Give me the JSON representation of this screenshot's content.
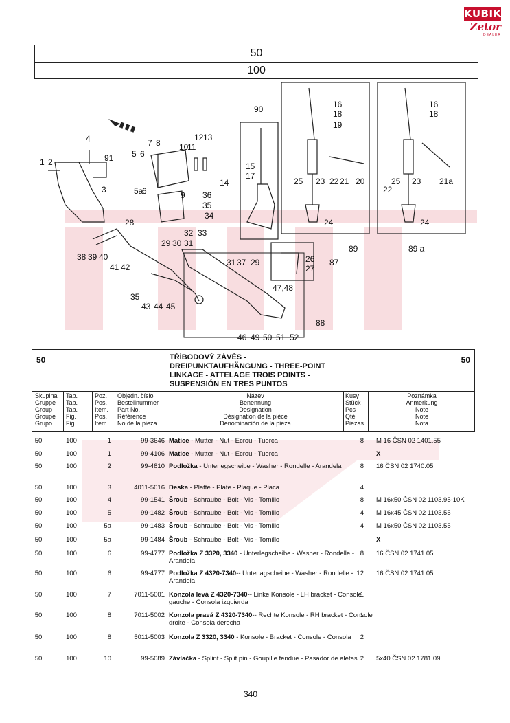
{
  "logo": {
    "top": "KUBIK",
    "mid": "Zetor",
    "bot": "DEALER"
  },
  "header": {
    "group": "50",
    "table": "100"
  },
  "diagram": {
    "labels": [
      "1",
      "2",
      "4",
      "91",
      "3",
      "5",
      "6",
      "7",
      "8",
      "10",
      "11",
      "12",
      "13",
      "9",
      "5a",
      "6",
      "36",
      "35",
      "34",
      "14",
      "28",
      "32",
      "33",
      "29",
      "30",
      "31",
      "38",
      "39",
      "40",
      "41",
      "42",
      "35",
      "43",
      "44",
      "45",
      "90",
      "15",
      "17",
      "31",
      "37",
      "29",
      "47,48",
      "26",
      "27",
      "87",
      "46",
      "49",
      "50",
      "51",
      "52",
      "88",
      "16",
      "18",
      "19",
      "25",
      "23",
      "22",
      "21",
      "20",
      "24",
      "89",
      "16",
      "18",
      "22",
      "25",
      "23",
      "21a",
      "24",
      "89 a"
    ]
  },
  "title": {
    "group_left": "50",
    "group_right": "50",
    "lines": [
      "TŘÍBODOVÝ ZÁVĚS -",
      "DREIPUNKTAUFHÄNGUNG - THREE-POINT",
      "LINKAGE - ATTELAGE TROIS POINTS -",
      "SUSPENSIÓN EN TRES PUNTOS"
    ]
  },
  "columns": {
    "grp": [
      "Skupina",
      "Gruppe",
      "Group",
      "Groupe",
      "Grupo"
    ],
    "tab": [
      "Tab.",
      "Tab.",
      "Tab.",
      "Fig.",
      "Fig."
    ],
    "pos": [
      "Poz.",
      "Pos.",
      "Item.",
      "Pos.",
      "Item."
    ],
    "ord": [
      "Objedn. číslo",
      "Bestellnummer",
      "Part No.",
      "Référence",
      "No de la pieza"
    ],
    "name": [
      "Název",
      "Benennung",
      "Designation",
      "Désignation de la pièce",
      "Denominación de la pieza"
    ],
    "qty": [
      "Kusy",
      "Stück",
      "Pcs",
      "Qté",
      "Piezas"
    ],
    "note": [
      "Poznámka",
      "Anmerkung",
      "Note",
      "Note",
      "Nota"
    ]
  },
  "rows": [
    {
      "grp": "50",
      "tab": "100",
      "pos": "1",
      "ord": "99-3646",
      "bold": "Matice",
      "rest": " - Mutter - Nut - Ecrou - Tuerca",
      "qty": "8",
      "note": "M 16 ČSN 02 1401.55"
    },
    {
      "grp": "50",
      "tab": "100",
      "pos": "1",
      "ord": "99-4106",
      "bold": "Matice",
      "rest": " - Mutter - Nut - Ecrou - Tuerca",
      "qty": "",
      "note": "X"
    },
    {
      "grp": "50",
      "tab": "100",
      "pos": "2",
      "ord": "99-4810",
      "bold": "Podložka",
      "rest": " - Unterlegscheibe - Washer - Rondelle - Arandela",
      "qty": "8",
      "note": "16 ČSN 02 1740.05"
    },
    {
      "grp": "50",
      "tab": "100",
      "pos": "3",
      "ord": "4011-5016",
      "bold": "Deska",
      "rest": " - Platte - Plate - Plaque - Placa",
      "qty": "4",
      "note": ""
    },
    {
      "grp": "50",
      "tab": "100",
      "pos": "4",
      "ord": "99-1541",
      "bold": "Šroub",
      "rest": " - Schraube - Bolt - Vis - Tornillo",
      "qty": "8",
      "note": "M 16x50 ČSN 02 1103.95-10K"
    },
    {
      "grp": "50",
      "tab": "100",
      "pos": "5",
      "ord": "99-1482",
      "bold": "Šroub",
      "rest": " - Schraube - Bolt - Vis - Tornillo",
      "qty": "4",
      "note": "M 16x45 ČSN 02 1103.55"
    },
    {
      "grp": "50",
      "tab": "100",
      "pos": "5a",
      "ord": "99-1483",
      "bold": "Šroub",
      "rest": " - Schraube - Bolt - Vis - Tornillo",
      "qty": "4",
      "note": "M 16x50 ČSN 02 1103.55"
    },
    {
      "grp": "50",
      "tab": "100",
      "pos": "5a",
      "ord": "99-1484",
      "bold": "Šroub",
      "rest": " - Schraube - Bolt - Vis - Tornillo",
      "qty": "",
      "note": "X"
    },
    {
      "grp": "50",
      "tab": "100",
      "pos": "6",
      "ord": "99-4777",
      "bold": "Podložka Z 3320, 3340",
      "rest": " - Unterlegscheibe - Washer - Rondelle - Arandela",
      "qty": "8",
      "note": "16 ČSN 02 1741.05"
    },
    {
      "grp": "50",
      "tab": "100",
      "pos": "6",
      "ord": "99-4777",
      "bold": "Podložka Z 4320-7340",
      "rest": "-- Unterlagscheibe - Washer - Rondelle - Arandela",
      "qty": "12",
      "note": "16 ČSN 02 1741.05"
    },
    {
      "grp": "50",
      "tab": "100",
      "pos": "7",
      "ord": "7011-5001",
      "bold": "Konzola levá  Z 4320-7340",
      "rest": "-- Linke Konsole - LH bracket - Console gauche - Consola izquierda",
      "qty": "1",
      "note": ""
    },
    {
      "grp": "50",
      "tab": "100",
      "pos": "8",
      "ord": "7011-5002",
      "bold": "Konzola pravá Z 4320-7340",
      "rest": "-- Rechte Konsole - RH bracket - Console  droite - Consola derecha",
      "qty": "1",
      "note": ""
    },
    {
      "grp": "50",
      "tab": "100",
      "pos": "8",
      "ord": "5011-5003",
      "bold": "Konzola Z 3320, 3340",
      "rest": " - Konsole - Bracket - Console - Consola",
      "qty": "2",
      "note": ""
    },
    {
      "grp": "50",
      "tab": "100",
      "pos": "10",
      "ord": "99-5089",
      "bold": "Závlačka",
      "rest": " - Splint - Split pin - Goupille fendue - Pasador de aletas",
      "qty": "2",
      "note": "5x40 ČSN 02 1781.09"
    }
  ],
  "page_number": "340",
  "colors": {
    "accent": "#c8102e",
    "ink": "#111111"
  }
}
